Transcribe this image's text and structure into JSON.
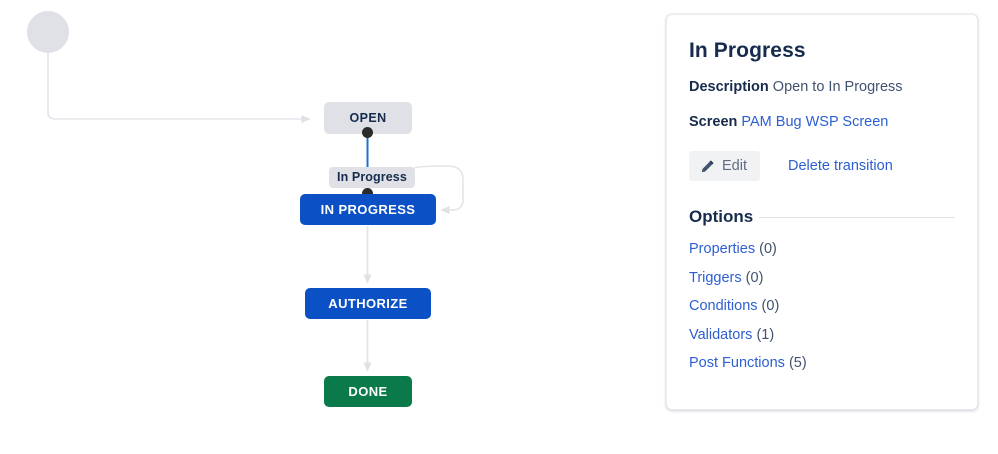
{
  "diagram": {
    "start_node": {
      "name": "start-node",
      "shape": "circle",
      "color": "#DFE1E6"
    },
    "nodes": [
      {
        "id": "open",
        "label": "OPEN",
        "style": "gray",
        "color": "#DFE1E6"
      },
      {
        "id": "in-progress",
        "label": "IN PROGRESS",
        "style": "blue",
        "color": "#0B51C5"
      },
      {
        "id": "authorize",
        "label": "AUTHORIZE",
        "style": "blue",
        "color": "#0B51C5"
      },
      {
        "id": "done",
        "label": "DONE",
        "style": "green",
        "color": "#0B7A4B"
      }
    ],
    "edges": [
      {
        "from": "start",
        "to": "open",
        "label": ""
      },
      {
        "from": "open",
        "to": "in-progress",
        "label": "In Progress",
        "selected": true
      },
      {
        "from": "in-progress",
        "to": "in-progress",
        "label": ""
      },
      {
        "from": "in-progress",
        "to": "authorize",
        "label": ""
      },
      {
        "from": "authorize",
        "to": "done",
        "label": ""
      }
    ],
    "selected_edge_label": "In Progress",
    "edge_color": "#DFE1E6",
    "selected_edge_color": "#1D6FD6"
  },
  "panel": {
    "title": "In Progress",
    "description_label": "Description",
    "description_value": "Open to In Progress",
    "screen_label": "Screen",
    "screen_value": "PAM Bug WSP Screen",
    "edit_label": "Edit",
    "delete_label": "Delete transition",
    "options_title": "Options",
    "options": [
      {
        "label": "Properties",
        "count": "(0)"
      },
      {
        "label": "Triggers",
        "count": "(0)"
      },
      {
        "label": "Conditions",
        "count": "(0)"
      },
      {
        "label": "Validators",
        "count": "(1)"
      },
      {
        "label": "Post Functions",
        "count": "(5)"
      }
    ],
    "link_color": "#2C5FD1"
  }
}
